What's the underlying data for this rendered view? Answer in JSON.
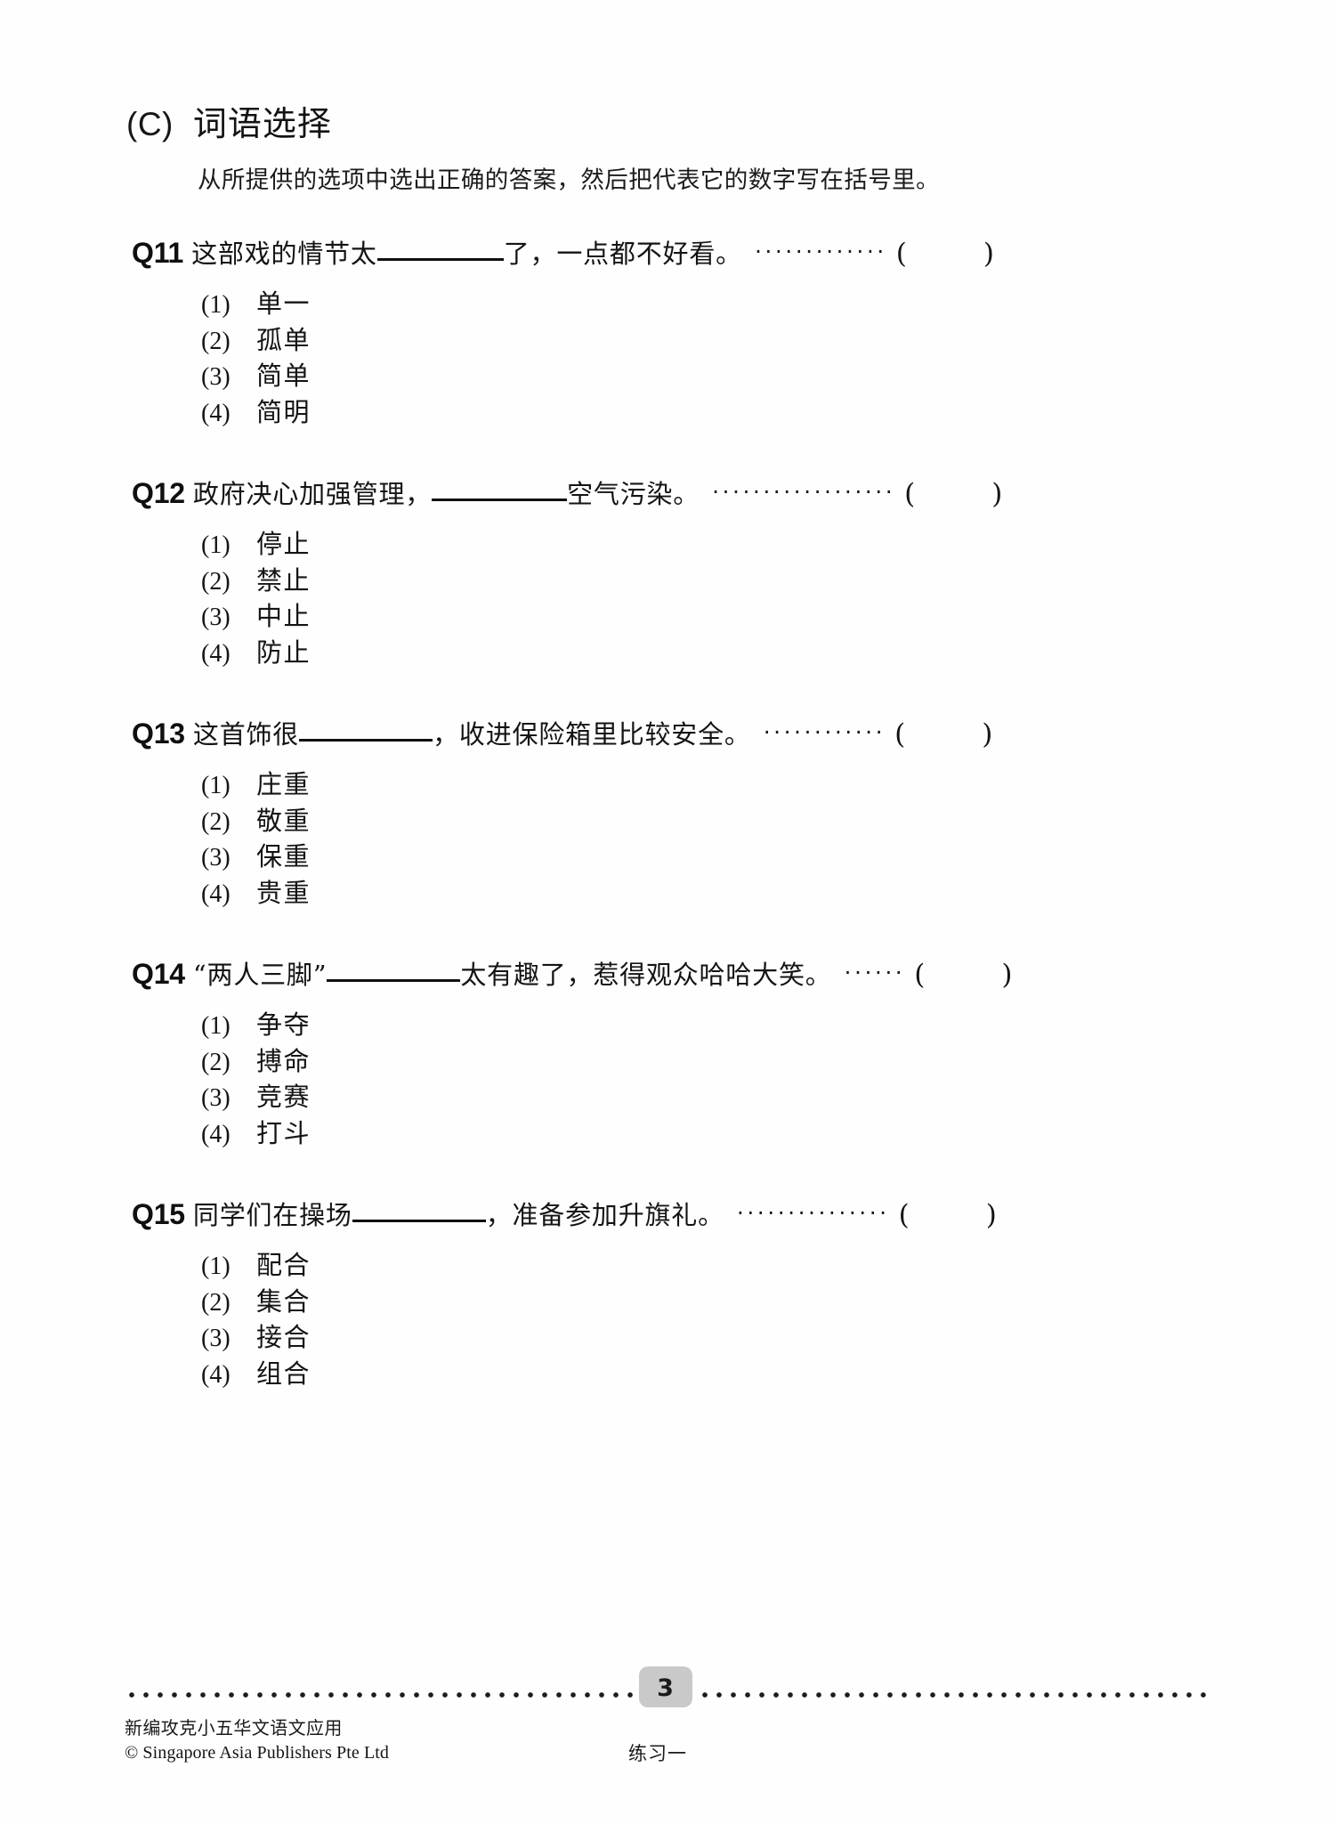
{
  "section": {
    "letter": "(C)",
    "title": "词语选择",
    "instruction": "从所提供的选项中选出正确的答案，然后把代表它的数字写在括号里。"
  },
  "questions": [
    {
      "label": "Q11",
      "text_before": "这部戏的情节太",
      "text_after": "了，一点都不好看。",
      "blank_class": "blank-w1",
      "dots": "·············",
      "paren_open": "(",
      "paren_close": ")",
      "answer": "",
      "options": [
        {
          "num": "(1)",
          "text": "单一"
        },
        {
          "num": "(2)",
          "text": "孤单"
        },
        {
          "num": "(3)",
          "text": "简单"
        },
        {
          "num": "(4)",
          "text": "简明"
        }
      ]
    },
    {
      "label": "Q12",
      "text_before": "政府决心加强管理，",
      "text_after": "空气污染。",
      "blank_class": "blank-w2",
      "dots": "··················",
      "paren_open": "(",
      "paren_close": ")",
      "answer": "",
      "options": [
        {
          "num": "(1)",
          "text": "停止"
        },
        {
          "num": "(2)",
          "text": "禁止"
        },
        {
          "num": "(3)",
          "text": "中止"
        },
        {
          "num": "(4)",
          "text": "防止"
        }
      ]
    },
    {
      "label": "Q13",
      "text_before": "这首饰很",
      "text_after": "，收进保险箱里比较安全。",
      "blank_class": "blank-w3",
      "dots": "············",
      "paren_open": "(",
      "paren_close": ")",
      "answer": "",
      "options": [
        {
          "num": "(1)",
          "text": "庄重"
        },
        {
          "num": "(2)",
          "text": "敬重"
        },
        {
          "num": "(3)",
          "text": "保重"
        },
        {
          "num": "(4)",
          "text": "贵重"
        }
      ]
    },
    {
      "label": "Q14",
      "text_before": "“两人三脚”",
      "text_after": "太有趣了，惹得观众哈哈大笑。",
      "blank_class": "blank-w3",
      "dots": "······",
      "paren_open": "(",
      "paren_close": ")",
      "answer": "",
      "options": [
        {
          "num": "(1)",
          "text": "争夺"
        },
        {
          "num": "(2)",
          "text": "搏命"
        },
        {
          "num": "(3)",
          "text": "竞赛"
        },
        {
          "num": "(4)",
          "text": "打斗"
        }
      ]
    },
    {
      "label": "Q15",
      "text_before": "同学们在操场",
      "text_after": "，准备参加升旗礼。",
      "blank_class": "blank-w3",
      "dots": "···············",
      "paren_open": "(",
      "paren_close": ")",
      "answer": "",
      "options": [
        {
          "num": "(1)",
          "text": "配合"
        },
        {
          "num": "(2)",
          "text": "集合"
        },
        {
          "num": "(3)",
          "text": "接合"
        },
        {
          "num": "(4)",
          "text": "组合"
        }
      ]
    }
  ],
  "footer": {
    "page_number": "3",
    "book_title": "新编攻克小五华文语文应用",
    "copyright": "© Singapore Asia Publishers Pte Ltd",
    "exercise_label": "练习一"
  },
  "colors": {
    "text": "#141414",
    "page_badge_bg": "#c9c9c9",
    "rule_dot": "#1d1d1d"
  }
}
